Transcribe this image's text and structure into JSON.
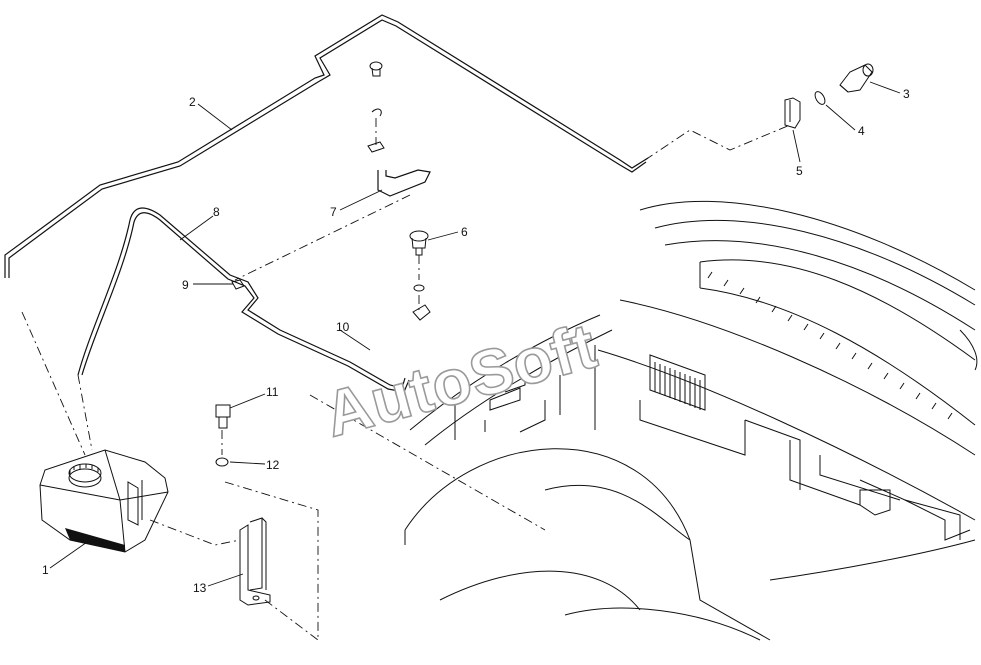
{
  "diagram": {
    "watermark": "AutoSoft",
    "callouts": [
      {
        "id": "1",
        "text": "1"
      },
      {
        "id": "2",
        "text": "2"
      },
      {
        "id": "3",
        "text": "3"
      },
      {
        "id": "4",
        "text": "4"
      },
      {
        "id": "5",
        "text": "5"
      },
      {
        "id": "6",
        "text": "6"
      },
      {
        "id": "7",
        "text": "7"
      },
      {
        "id": "8",
        "text": "8"
      },
      {
        "id": "9",
        "text": "9"
      },
      {
        "id": "10",
        "text": "10"
      },
      {
        "id": "11",
        "text": "11"
      },
      {
        "id": "12",
        "text": "12"
      },
      {
        "id": "13",
        "text": "13"
      }
    ]
  }
}
